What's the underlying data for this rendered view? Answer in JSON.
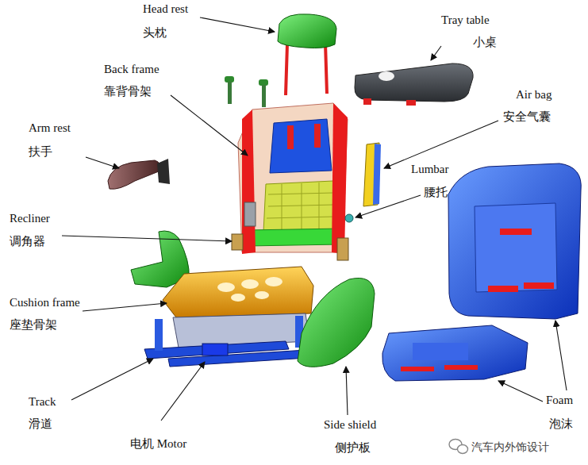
{
  "diagram": {
    "labels": [
      "Head rest",
      "头枕",
      "Tray table",
      "小桌",
      "Back frame",
      "靠背骨架",
      "Air bag",
      "安全气囊",
      "Arm rest",
      "扶手",
      "Lumbar",
      "腰托",
      "Recliner",
      "调角器",
      "Cushion frame",
      "座垫骨架",
      "Track",
      "滑道",
      "电机 Motor",
      "Side shield",
      "侧护板",
      "Foam",
      "泡沫",
      "汽车内外饰设计"
    ]
  }
}
